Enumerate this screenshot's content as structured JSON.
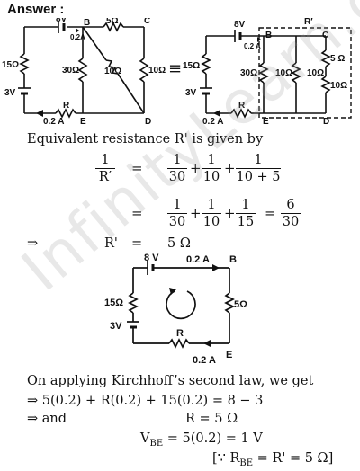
{
  "heading": "Answer :",
  "circuit1": {
    "labels": {
      "emf_top": "8V",
      "B": "B",
      "C": "C",
      "D": "D",
      "E": "E",
      "r5": "5Ω",
      "r15": "15Ω",
      "emf3": "3V",
      "r30": "30Ω",
      "r10": "10Ω",
      "i_top": "0.2A",
      "i_bottom": "0.2 A",
      "R": "R"
    }
  },
  "equiv_sign": "≡",
  "circuit2": {
    "labels": {
      "emf_top": "8V",
      "B": "B",
      "C": "C",
      "D": "D",
      "E": "E",
      "Rprime": "R′",
      "r5": "5 Ω",
      "r15": "15Ω",
      "emf3": "3V",
      "r30": "30Ω",
      "r10a": "10Ω",
      "r10b": "10Ω",
      "i_top": "0.2 A",
      "i_bottom": "0.2 A",
      "R": "R"
    }
  },
  "text_equiv": "Equivalent resistance R' is given by",
  "eq1": {
    "lhs_num": "1",
    "lhs_den": "R′",
    "eq": "=",
    "f1_num": "1",
    "f1_den": "30",
    "plus1": "+",
    "f2_num": "1",
    "f2_den": "10",
    "plus2": "+",
    "f3_num": "1",
    "f3_den": "10 + 5"
  },
  "eq2": {
    "eq": "=",
    "f1_num": "1",
    "f1_den": "30",
    "plus1": "+",
    "f2_num": "1",
    "f2_den": "10",
    "plus2": "+",
    "f3_num": "1",
    "f3_den": "15",
    "eq2": "=",
    "res_num": "6",
    "res_den": "30"
  },
  "eq3": {
    "implies": "⇒",
    "lhs": "R'",
    "eq": "=",
    "rhs": "5 Ω"
  },
  "circuit3": {
    "labels": {
      "emf_top": "8 V",
      "i_top": "0.2 A",
      "B": "B",
      "r15": "15Ω",
      "r5": "5Ω",
      "emf3": "3V",
      "R": "R",
      "E": "E",
      "i_bottom": "0.2 A"
    }
  },
  "watermark": "InfinityLearn.com",
  "text_kirchhoff": "On applying Kirchhoff’s  second law, we get",
  "line_k1": "⇒ 5(0.2) + R(0.2) + 15(0.2) = 8 − 3",
  "line_k2_left": "⇒ and",
  "line_k2_right": "R = 5 Ω",
  "line_k3": "V",
  "line_k3_sub": "BE",
  "line_k3_rest": " = 5(0.2) = 1 V",
  "line_k4": "[∵ R",
  "line_k4_sub": "BE",
  "line_k4_rest": " = R' = 5 Ω]"
}
